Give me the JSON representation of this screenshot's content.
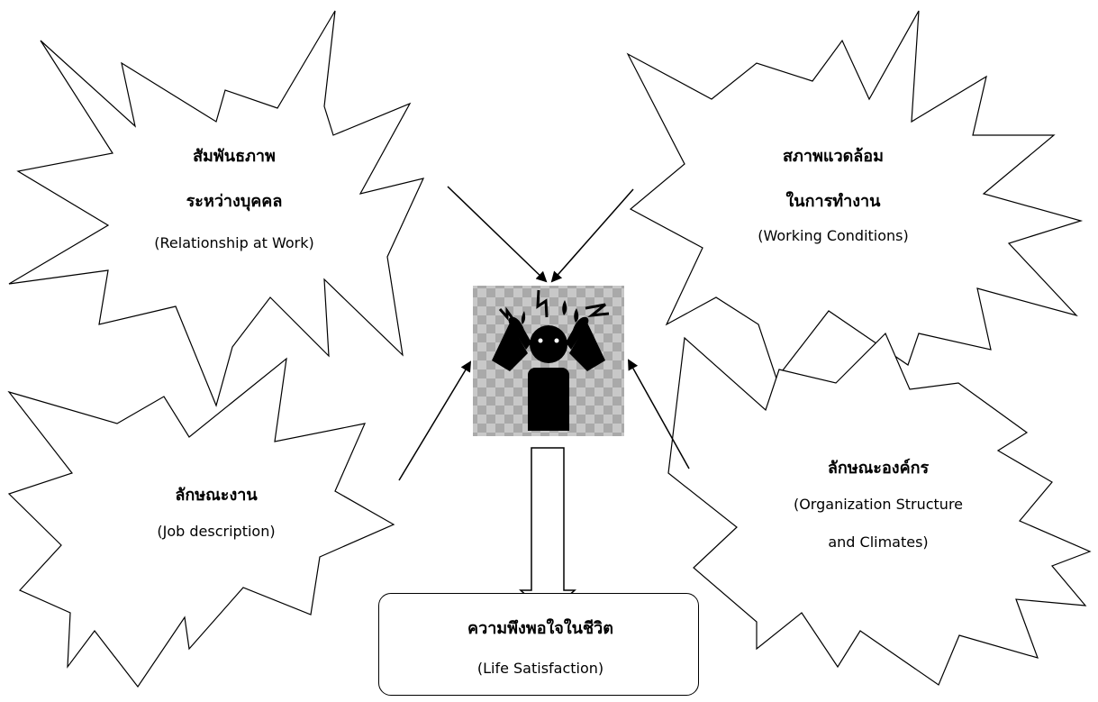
{
  "factors": {
    "relationship": {
      "thai_line1": "สัมพันธภาพ",
      "thai_line2": "ระหว่างบุคคล",
      "english": "(Relationship at Work)"
    },
    "working_conditions": {
      "thai_line1": "สภาพแวดล้อม",
      "thai_line2": "ในการทำงาน",
      "english": "(Working Conditions)"
    },
    "job": {
      "thai": "ลักษณะงาน",
      "english": "(Job description)"
    },
    "organization": {
      "thai": "ลักษณะองค์กร",
      "english_line1": "(Organization Structure",
      "english_line2": "and Climates)"
    }
  },
  "outcome": {
    "thai": "ความพึงพอใจในชีวิต",
    "english": "(Life Satisfaction)"
  },
  "center_icon": "stressed-person-icon"
}
